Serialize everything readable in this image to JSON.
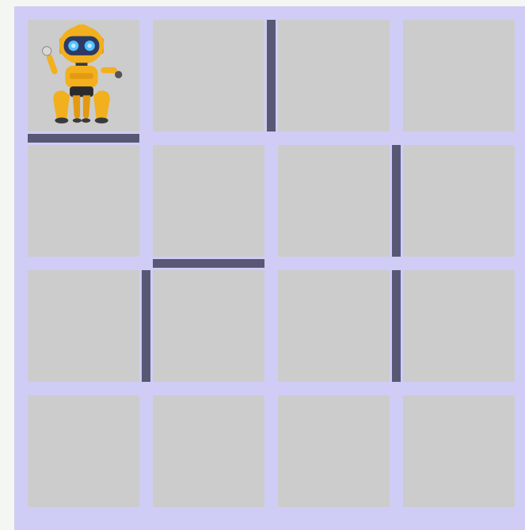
{
  "maze": {
    "rows": 4,
    "cols": 4,
    "colors": {
      "background": "#f4f6f1",
      "grid_lines": "#cfcdf6",
      "cell": "#cccccc",
      "wall": "#585875",
      "robot_body": "#f2b01e",
      "robot_visor": "#2d3a66",
      "robot_eyes": "#4fc3ff"
    },
    "robot": {
      "row": 0,
      "col": 0,
      "icon": "robot-icon"
    },
    "walls": [
      {
        "orientation": "horizontal",
        "row_below": 1,
        "col": 0
      },
      {
        "orientation": "vertical",
        "col_right": 2,
        "row": 0
      },
      {
        "orientation": "vertical",
        "col_right": 3,
        "row": 1
      },
      {
        "orientation": "horizontal",
        "row_below": 2,
        "col": 1
      },
      {
        "orientation": "vertical",
        "col_right": 1,
        "row": 2
      },
      {
        "orientation": "vertical",
        "col_right": 3,
        "row": 2
      }
    ]
  }
}
